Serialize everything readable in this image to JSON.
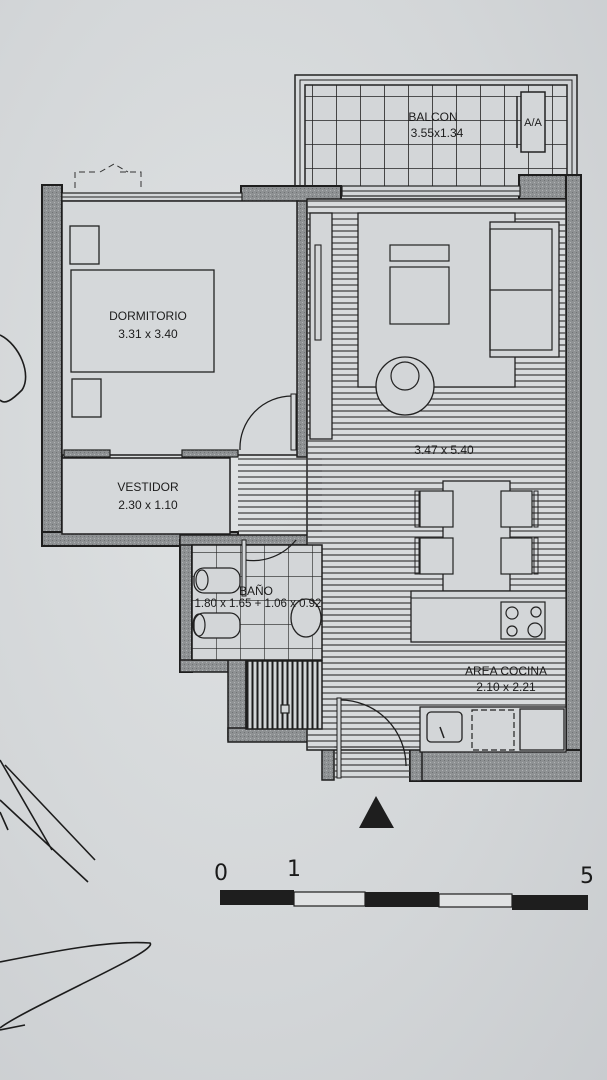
{
  "plan": {
    "rooms": [
      {
        "id": "balcon",
        "name": "BALCON",
        "dims": "3.55x1.34"
      },
      {
        "id": "dormitorio",
        "name": "DORMITORIO",
        "dims": "3.31 x 3.40"
      },
      {
        "id": "vestidor",
        "name": "VESTIDOR",
        "dims": "2.30 x 1.10"
      },
      {
        "id": "living",
        "name": "",
        "dims": "3.47 x 5.40"
      },
      {
        "id": "bano",
        "name": "BAÑO",
        "dims": "1.80 x 1.65 + 1.06 x 0.92"
      },
      {
        "id": "cocina",
        "name": "AREA COCINA",
        "dims": "2.10 x 2.21"
      }
    ],
    "ac_unit_label": "A/A",
    "north_arrow": "triangle-up",
    "scale_bar": {
      "labels": [
        "0",
        "1",
        "5"
      ],
      "segments": [
        "dark",
        "light",
        "dark",
        "light",
        "dark"
      ]
    }
  },
  "colors": {
    "paper": "#d8dbdd",
    "wall_fill": "#8f9294",
    "line": "#1e1e1e",
    "floor_hatch": "#3a3a3a"
  }
}
